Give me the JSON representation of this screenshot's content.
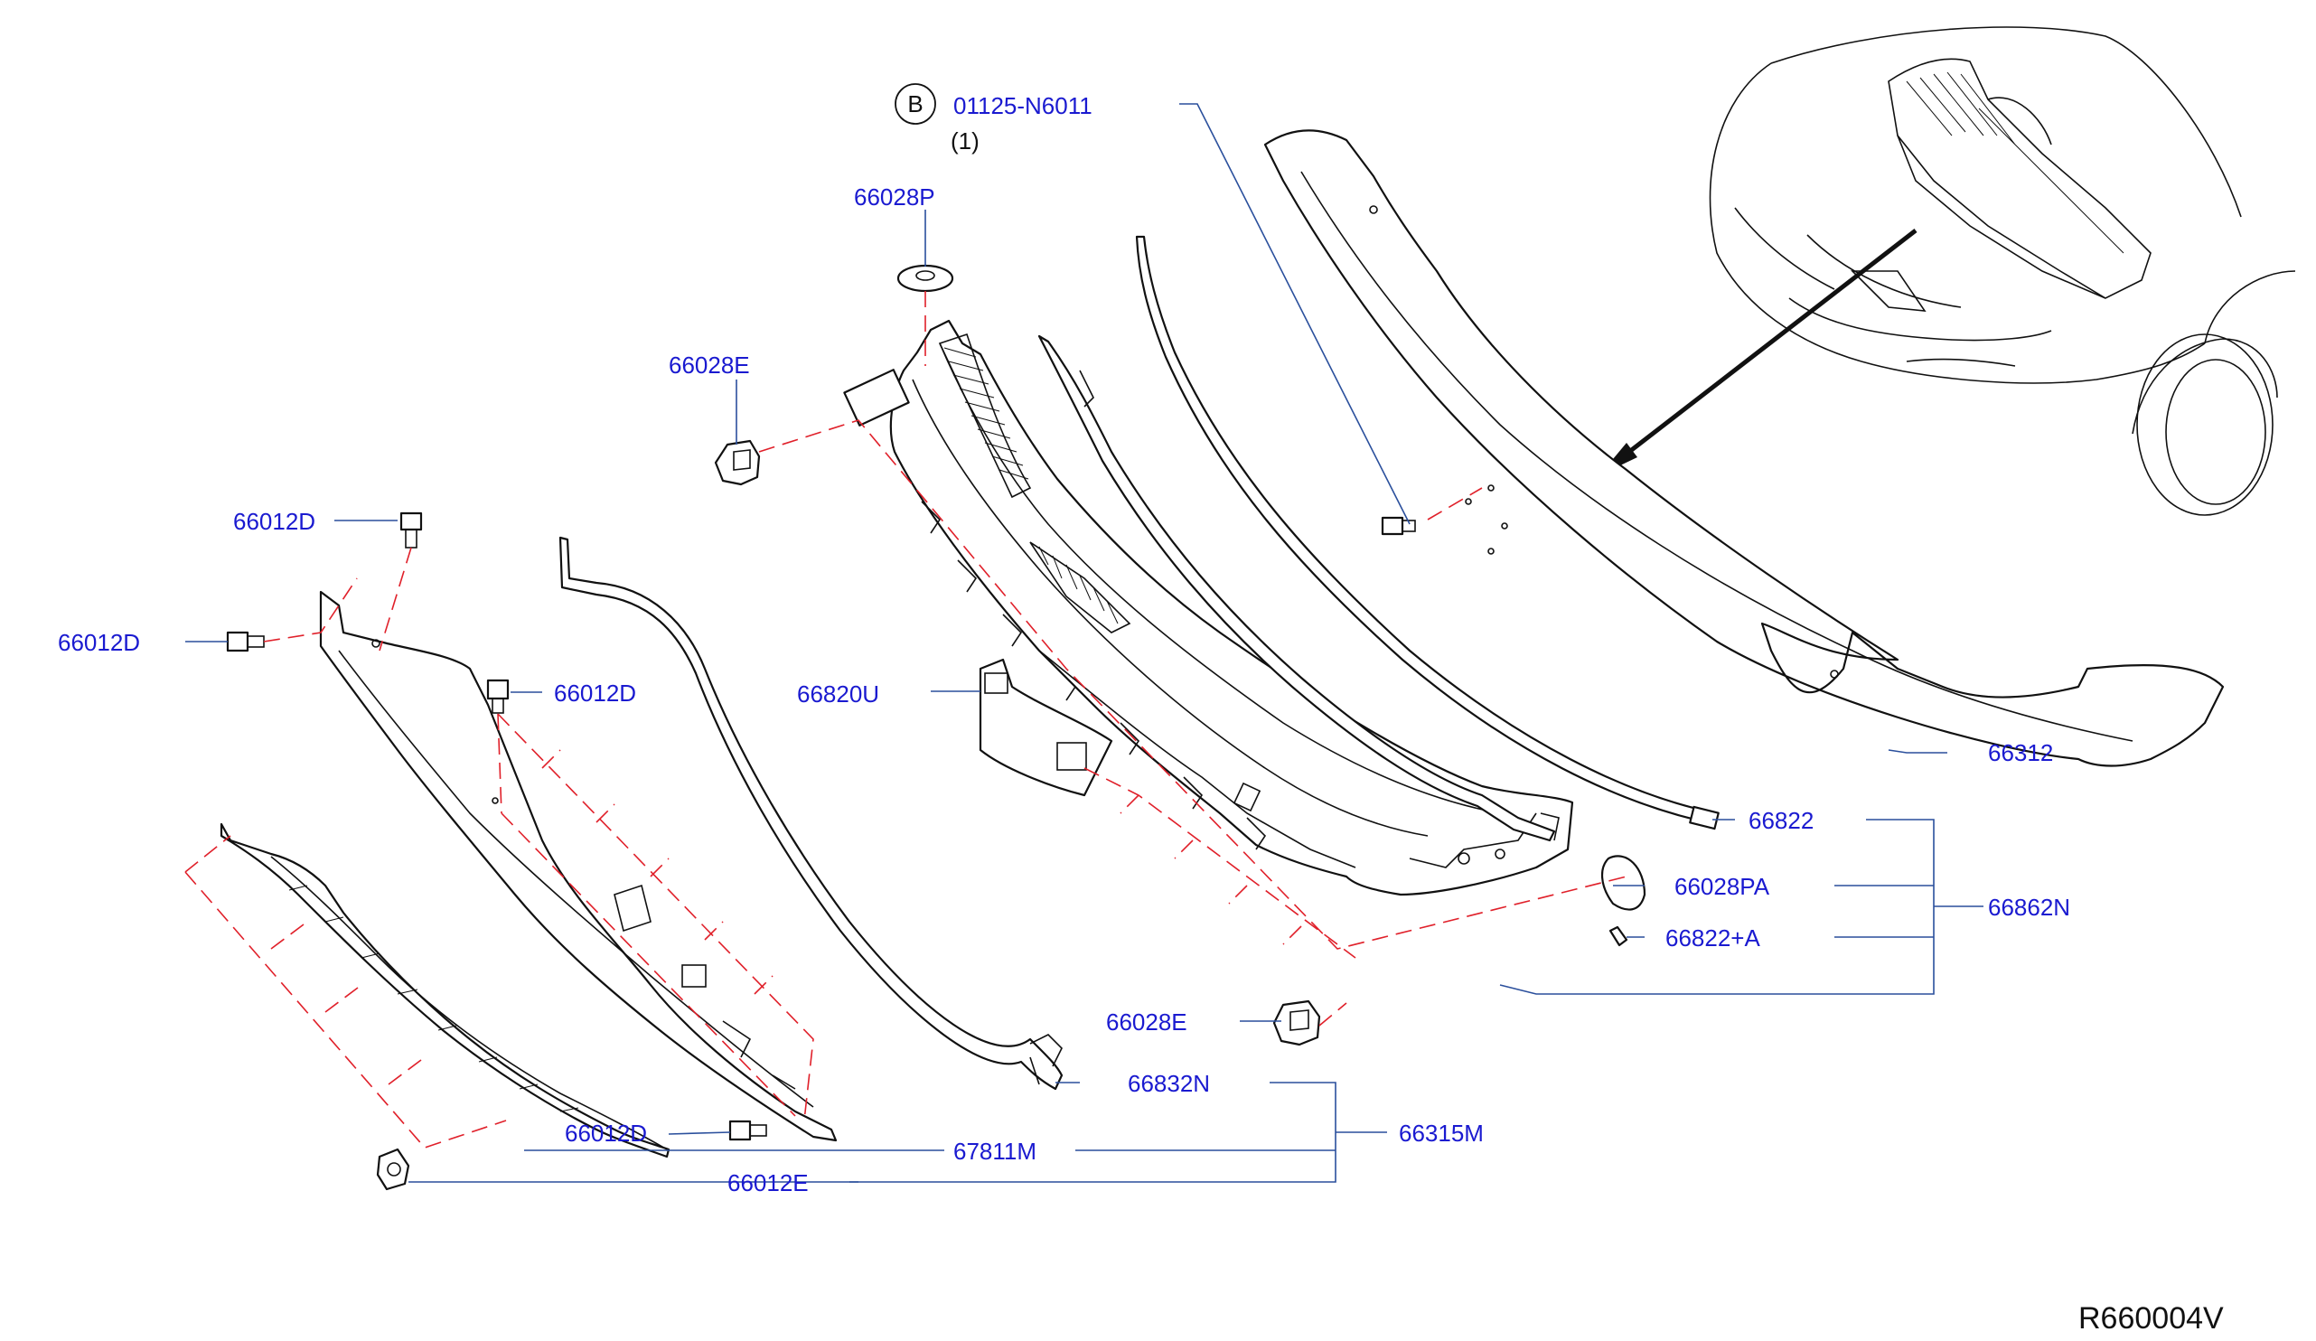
{
  "colors": {
    "label": "#1a1ad0",
    "leader": "#2a4f9c",
    "dashed": "#e0202a",
    "outline": "#111111"
  },
  "labels": {
    "b_marker": "B",
    "bolt_b": "01125-N6011",
    "bolt_b_qty": "(1)",
    "p_66028P": "66028P",
    "p_66028E_top": "66028E",
    "p_66012D_a": "66012D",
    "p_66012D_b": "66012D",
    "p_66012D_c": "66012D",
    "p_66012D_d": "66012D",
    "p_66820U": "66820U",
    "p_66312": "66312",
    "p_66822": "66822",
    "p_66028PA": "66028PA",
    "p_66862N": "66862N",
    "p_66822A": "66822+A",
    "p_66028E_bottom": "66028E",
    "p_66832N": "66832N",
    "p_66315M": "66315M",
    "p_67811M": "67811M",
    "p_66012E": "66012E"
  },
  "reference_code": "R660004V"
}
